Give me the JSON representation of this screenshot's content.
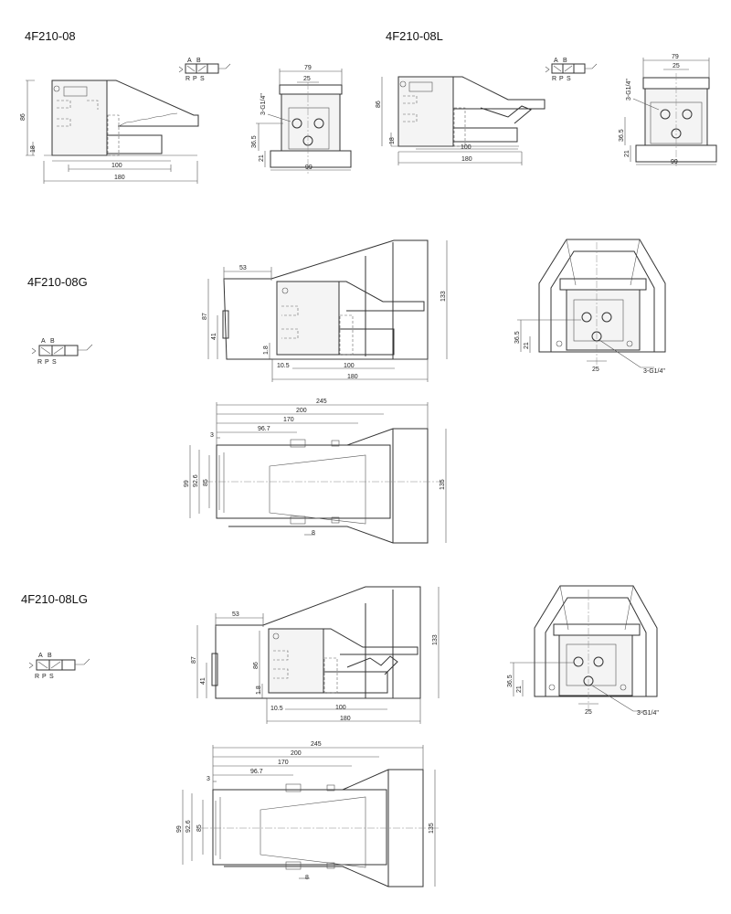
{
  "models": {
    "m1": "4F210-08",
    "m2": "4F210-08L",
    "m3": "4F210-08G",
    "m4": "4F210-08LG"
  },
  "symbol": {
    "a": "A",
    "b": "B",
    "r": "R",
    "p": "P",
    "s": "S"
  },
  "dims": {
    "d79": "79",
    "d25": "25",
    "d86": "86",
    "d100": "100",
    "d180": "180",
    "d99": "99",
    "d36_5": "36.5",
    "d21": "21",
    "d18": "18",
    "d1_8": "1.8",
    "d53": "53",
    "d87": "87",
    "d41": "41",
    "d133": "133",
    "d10_5": "10.5",
    "d245": "245",
    "d200": "200",
    "d170": "170",
    "d96_7": "96.7",
    "d3": "3",
    "d92_6": "92.6",
    "d85": "85",
    "d135": "135",
    "d8": "8",
    "port": "3-G1/4\""
  }
}
